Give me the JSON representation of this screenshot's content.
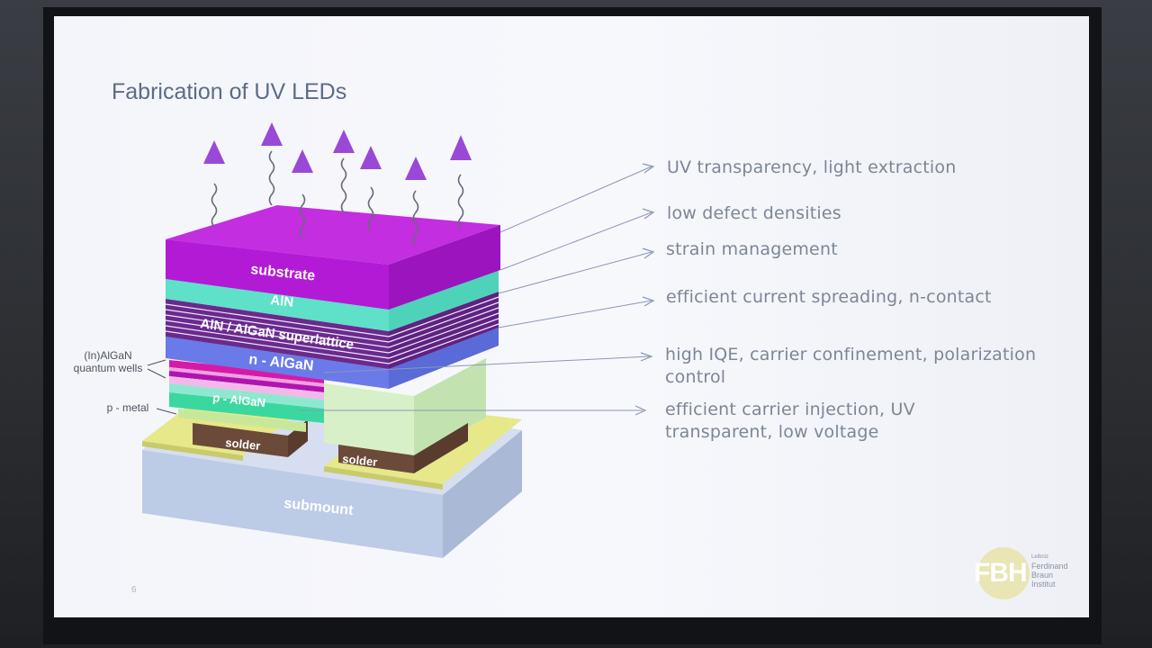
{
  "slide": {
    "title": "Fabrication of UV LEDs",
    "page_number": "6"
  },
  "layers": {
    "substrate": "substrate",
    "aln": "AlN",
    "superlattice": "AlN / AlGaN superlattice",
    "n_algan": "n - AlGaN",
    "p_algan": "p - AlGaN",
    "solder_left": "solder",
    "solder_right": "solder",
    "submount": "submount"
  },
  "side_labels": {
    "quantum_wells_line1": "(In)AlGaN",
    "quantum_wells_line2": "quantum wells",
    "p_metal": "p - metal"
  },
  "annotations": [
    {
      "line1": "UV transparency, light extraction",
      "line2": ""
    },
    {
      "line1": "low defect densities",
      "line2": ""
    },
    {
      "line1": "strain management",
      "line2": ""
    },
    {
      "line1": "efficient current spreading, n-contact",
      "line2": ""
    },
    {
      "line1": "high IQE, carrier confinement, polarization",
      "line2": "control"
    },
    {
      "line1": "efficient carrier injection, UV",
      "line2": "transparent, low voltage"
    }
  ],
  "logo": {
    "letters": "FBH",
    "tagline_small": "Leibniz",
    "name_line1": "Ferdinand",
    "name_line2": "Braun",
    "name_line3": "Institut"
  },
  "colors": {
    "substrate": "#b31ad6",
    "aln": "#5fe0c8",
    "superlattice": "#7a2a9a",
    "n_algan": "#6a7ae8",
    "p_algan": "#3ad8a0",
    "solder": "#6b4a3a",
    "submount": "#bccbe6",
    "contact_pad": "#e6e88a",
    "arrow": "#9a49d6",
    "annotation_line": "#8b97b5"
  }
}
